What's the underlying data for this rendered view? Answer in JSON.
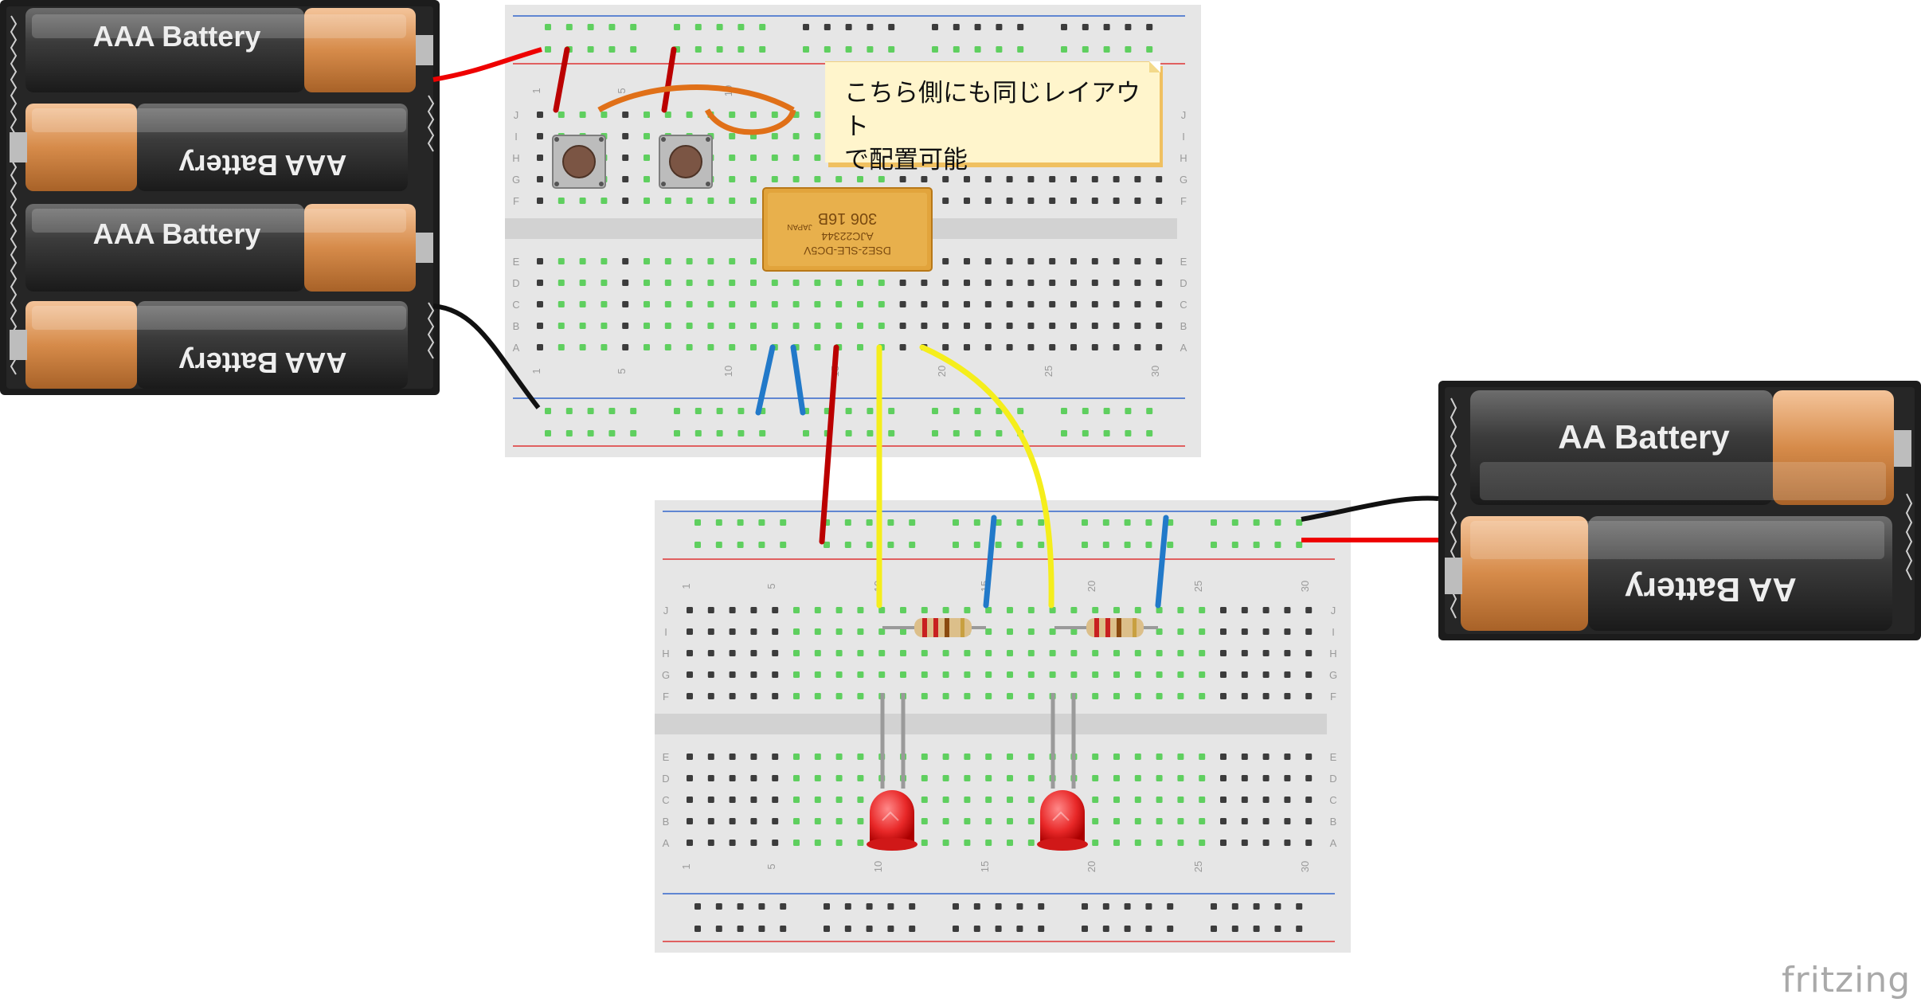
{
  "note": {
    "text_line1": "こちら側にも同じレイアウト",
    "text_line2": "で配置可能"
  },
  "batteries": {
    "aaa_label": "AAA Battery",
    "aa_label": "AA Battery"
  },
  "breadboard": {
    "row_letters_top": [
      "J",
      "I",
      "H",
      "G",
      "F"
    ],
    "row_letters_bottom": [
      "E",
      "D",
      "C",
      "B",
      "A"
    ],
    "column_numbers": [
      "1",
      "5",
      "10",
      "15",
      "20",
      "25",
      "30"
    ]
  },
  "relay": {
    "line1": "DSE2-SLE-DC5V",
    "line2": "AJC22344",
    "line3": "306 16B",
    "line4": "JAPAN"
  },
  "logo": {
    "text": "fritzing"
  },
  "colors": {
    "board": "#e6e6e6",
    "hole": "#3c3c3c",
    "hole_active": "#5fcf5f",
    "rail_red": "#d33",
    "rail_blue": "#36c",
    "wire_red": "#b00",
    "wire_blue": "#2279c9",
    "wire_yellow": "#f5ee1c",
    "wire_orange": "#e0701a",
    "wire_black": "#111",
    "led_red": "#e82828",
    "relay_body": "#e0a43a"
  }
}
